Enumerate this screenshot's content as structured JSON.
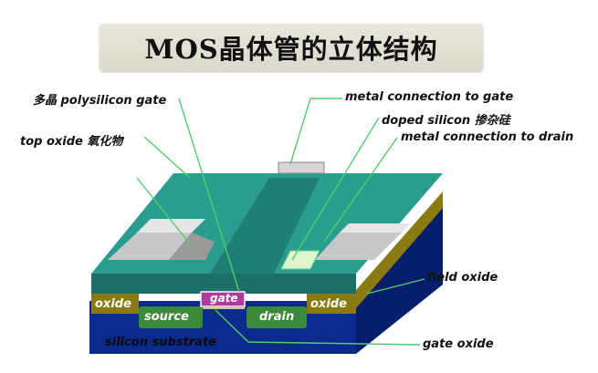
{
  "title": "MOS晶体管的立体结构",
  "callouts": {
    "poly_gate": "多晶 polysilicon gate",
    "top_oxide": "top oxide 氧化物",
    "metal_gate": "metal connection to gate",
    "doped_silicon": "doped silicon 掺杂硅",
    "metal_drain": "metal connection to drain",
    "field_oxide": "field oxide",
    "gate_oxide": "gate oxide"
  },
  "labels": {
    "oxide_left": "oxide",
    "oxide_right": "oxide",
    "gate": "gate",
    "source": "source",
    "drain": "drain",
    "substrate": "silicon substrate"
  },
  "colors": {
    "teal_top": "#2a9d8f",
    "teal_dark": "#1c6f66",
    "substrate": "#0b2a8c",
    "oxide": "#8a7a12",
    "diffusion": "#3a8a3a",
    "gate": "#b03aa0",
    "metal": "#bdbdbd",
    "leader": "#4ecf6a"
  }
}
